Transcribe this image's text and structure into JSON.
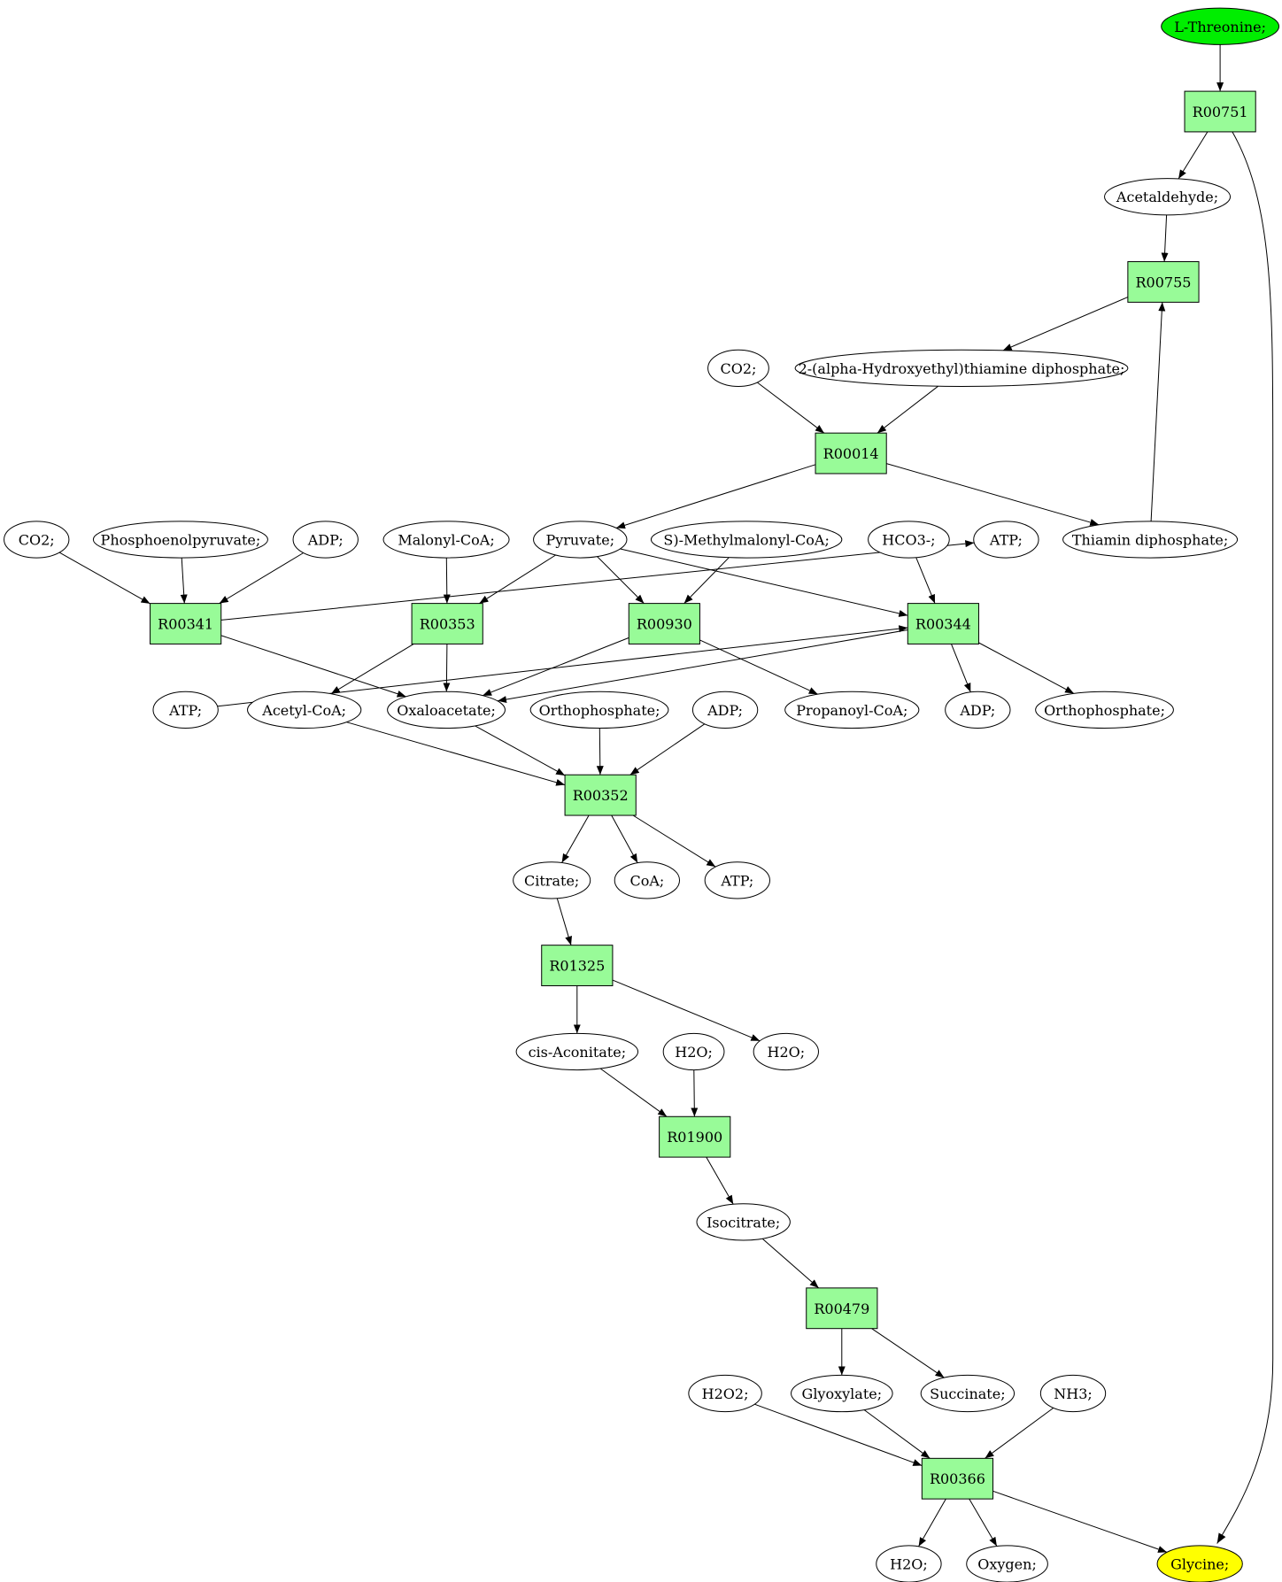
{
  "colors": {
    "start": "#00ee00",
    "end": "#ffff00",
    "compound": "#ffffff",
    "reaction": "#98fb98",
    "stroke": "#000000"
  },
  "compounds": [
    {
      "id": "thr",
      "label": "L-Threonine;",
      "role": "start"
    },
    {
      "id": "acetald",
      "label": "Acetaldehyde;"
    },
    {
      "id": "hetpp",
      "label": "2-(alpha-Hydroxyethyl)thiamine diphosphate;"
    },
    {
      "id": "co2a",
      "label": "CO2;"
    },
    {
      "id": "thiamin",
      "label": "Thiamin diphosphate;"
    },
    {
      "id": "co2b",
      "label": "CO2;"
    },
    {
      "id": "pep",
      "label": "Phosphoenolpyruvate;"
    },
    {
      "id": "adp1",
      "label": "ADP;"
    },
    {
      "id": "malcoa",
      "label": "Malonyl-CoA;"
    },
    {
      "id": "pyr",
      "label": "Pyruvate;"
    },
    {
      "id": "smmcoa",
      "label": "S)-Methylmalonyl-CoA;"
    },
    {
      "id": "hco3",
      "label": "HCO3-;"
    },
    {
      "id": "atp1",
      "label": "ATP;"
    },
    {
      "id": "atp2",
      "label": "ATP;"
    },
    {
      "id": "acecoa",
      "label": "Acetyl-CoA;"
    },
    {
      "id": "oaa",
      "label": "Oxaloacetate;"
    },
    {
      "id": "pi1",
      "label": "Orthophosphate;"
    },
    {
      "id": "adp2",
      "label": "ADP;"
    },
    {
      "id": "propcoa",
      "label": "Propanoyl-CoA;"
    },
    {
      "id": "adp3",
      "label": "ADP;"
    },
    {
      "id": "pi2",
      "label": "Orthophosphate;"
    },
    {
      "id": "cit",
      "label": "Citrate;"
    },
    {
      "id": "coa",
      "label": "CoA;"
    },
    {
      "id": "atp3",
      "label": "ATP;"
    },
    {
      "id": "cisacon",
      "label": "cis-Aconitate;"
    },
    {
      "id": "h2o1",
      "label": "H2O;"
    },
    {
      "id": "h2o2",
      "label": "H2O;"
    },
    {
      "id": "isocit",
      "label": "Isocitrate;"
    },
    {
      "id": "h2o2b",
      "label": "H2O2;"
    },
    {
      "id": "glyox",
      "label": "Glyoxylate;"
    },
    {
      "id": "succ",
      "label": "Succinate;"
    },
    {
      "id": "nh3",
      "label": "NH3;"
    },
    {
      "id": "h2o3",
      "label": "H2O;"
    },
    {
      "id": "oxy",
      "label": "Oxygen;"
    },
    {
      "id": "gly",
      "label": "Glycine;",
      "role": "end"
    }
  ],
  "reactions": [
    {
      "id": "R00751",
      "label": "R00751"
    },
    {
      "id": "R00755",
      "label": "R00755"
    },
    {
      "id": "R00014",
      "label": "R00014"
    },
    {
      "id": "R00341",
      "label": "R00341"
    },
    {
      "id": "R00353",
      "label": "R00353"
    },
    {
      "id": "R00930",
      "label": "R00930"
    },
    {
      "id": "R00344",
      "label": "R00344"
    },
    {
      "id": "R00352",
      "label": "R00352"
    },
    {
      "id": "R01325",
      "label": "R01325"
    },
    {
      "id": "R01900",
      "label": "R01900"
    },
    {
      "id": "R00479",
      "label": "R00479"
    },
    {
      "id": "R00366",
      "label": "R00366"
    }
  ],
  "edges": [
    [
      "thr",
      "R00751"
    ],
    [
      "R00751",
      "acetald"
    ],
    [
      "R00751",
      "gly"
    ],
    [
      "acetald",
      "R00755"
    ],
    [
      "thiamin",
      "R00755"
    ],
    [
      "R00755",
      "hetpp"
    ],
    [
      "co2a",
      "R00014"
    ],
    [
      "hetpp",
      "R00014"
    ],
    [
      "R00014",
      "pyr"
    ],
    [
      "R00014",
      "thiamin"
    ],
    [
      "co2b",
      "R00341"
    ],
    [
      "pep",
      "R00341"
    ],
    [
      "adp1",
      "R00341"
    ],
    [
      "R00341",
      "atp1"
    ],
    [
      "R00341",
      "oaa"
    ],
    [
      "malcoa",
      "R00353"
    ],
    [
      "pyr",
      "R00353"
    ],
    [
      "R00353",
      "acecoa"
    ],
    [
      "R00353",
      "oaa"
    ],
    [
      "pyr",
      "R00930"
    ],
    [
      "smmcoa",
      "R00930"
    ],
    [
      "R00930",
      "oaa"
    ],
    [
      "R00930",
      "propcoa"
    ],
    [
      "pyr",
      "R00344"
    ],
    [
      "hco3",
      "R00344"
    ],
    [
      "atp2",
      "R00344"
    ],
    [
      "R00344",
      "oaa"
    ],
    [
      "R00344",
      "adp3"
    ],
    [
      "R00344",
      "pi2"
    ],
    [
      "acecoa",
      "R00352"
    ],
    [
      "oaa",
      "R00352"
    ],
    [
      "pi1",
      "R00352"
    ],
    [
      "adp2",
      "R00352"
    ],
    [
      "R00352",
      "cit"
    ],
    [
      "R00352",
      "coa"
    ],
    [
      "R00352",
      "atp3"
    ],
    [
      "cit",
      "R01325"
    ],
    [
      "R01325",
      "cisacon"
    ],
    [
      "R01325",
      "h2o2"
    ],
    [
      "cisacon",
      "R01900"
    ],
    [
      "h2o1",
      "R01900"
    ],
    [
      "R01900",
      "isocit"
    ],
    [
      "isocit",
      "R00479"
    ],
    [
      "R00479",
      "glyox"
    ],
    [
      "R00479",
      "succ"
    ],
    [
      "h2o2b",
      "R00366"
    ],
    [
      "glyox",
      "R00366"
    ],
    [
      "nh3",
      "R00366"
    ],
    [
      "R00366",
      "h2o3"
    ],
    [
      "R00366",
      "oxy"
    ],
    [
      "R00366",
      "gly"
    ]
  ]
}
